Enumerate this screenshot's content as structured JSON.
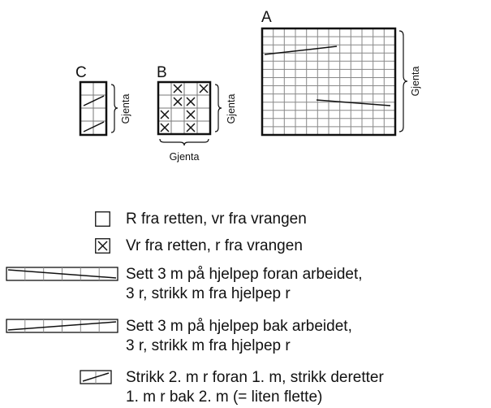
{
  "charts": {
    "a": {
      "label": "A",
      "repeat_label": "Gjenta"
    },
    "b": {
      "label": "B",
      "repeat_label": "Gjenta",
      "bottom_repeat_label": "Gjenta"
    },
    "c": {
      "label": "C",
      "repeat_label": "Gjenta"
    }
  },
  "legend": {
    "items": [
      {
        "symbol": "empty-square-icon",
        "lines": [
          "R fra retten, vr fra vrangen"
        ]
      },
      {
        "symbol": "x-square-icon",
        "lines": [
          "Vr fra retten, r fra vrangen"
        ]
      },
      {
        "symbol": "left-cable-icon",
        "lines": [
          "Sett 3 m på hjelpep foran arbeidet,",
          "3 r, strikk m fra hjelpep r"
        ]
      },
      {
        "symbol": "right-cable-icon",
        "lines": [
          "Sett 3 m på hjelpep bak arbeidet,",
          "3 r, strikk m fra hjelpep r"
        ]
      },
      {
        "symbol": "small-cable-icon",
        "lines": [
          "Strikk 2. m r foran 1. m, strikk deretter",
          "1. m r bak 2. m (= liten flette)"
        ]
      }
    ]
  }
}
